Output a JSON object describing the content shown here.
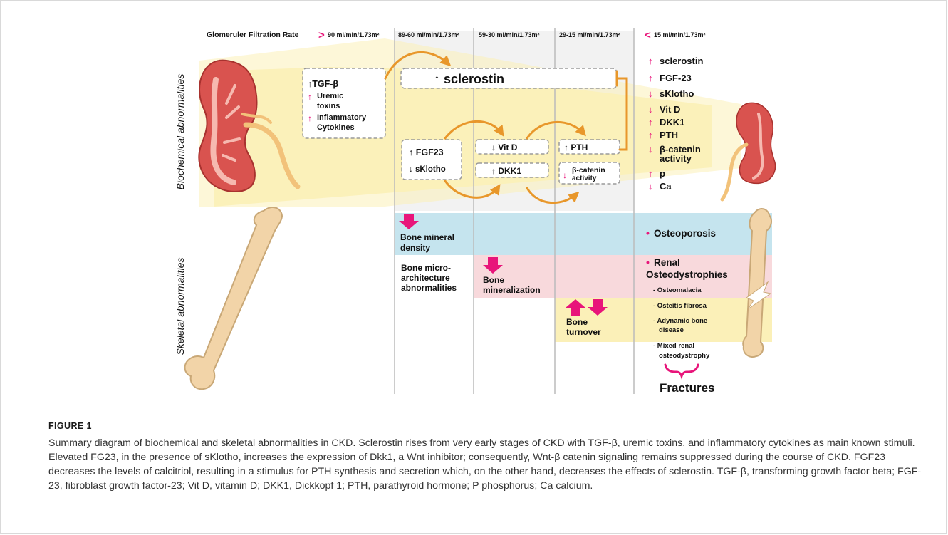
{
  "gfr": {
    "label": "Glomeruler Filtration Rate",
    "stages": [
      ">",
      "90 ml/min/1.73m²",
      "89-60 ml/min/1.73m²",
      "59-30 ml/min/1.73m²",
      "29-15 ml/min/1.73m²",
      "<",
      "15 ml/min/1.73m²"
    ]
  },
  "rows": {
    "biochemical": "Biochemical abnormalities",
    "skeletal": "Skeletal abnormalities"
  },
  "stimuli": {
    "items": [
      "↑TGF-β",
      "↑",
      "Uremic",
      "toxins",
      "↑",
      "Inflammatory",
      "Cytokines"
    ]
  },
  "markers": {
    "sclerostin": "↑ sclerostin",
    "fgf23": "↑ FGF23",
    "sklotho": "↓ sKlotho",
    "vitd": "↓ Vit D",
    "dkk1": "↑ DKK1",
    "pth": "↑ PTH",
    "bcatenin": [
      "↓",
      "β-catenin",
      "activity"
    ]
  },
  "right_list": {
    "items": [
      {
        "arrow": "↑",
        "label": "sclerostin"
      },
      {
        "arrow": "↑",
        "label": "FGF-23"
      },
      {
        "arrow": "↓",
        "label": "sKlotho"
      },
      {
        "arrow": "↓",
        "label": "Vit D"
      },
      {
        "arrow": "↑",
        "label": "DKK1"
      },
      {
        "arrow": "↑",
        "label": "PTH"
      },
      {
        "arrow": "↓",
        "label": "β-catenin"
      },
      {
        "arrow": "",
        "label": "activity"
      },
      {
        "arrow": "↑",
        "label": "p"
      },
      {
        "arrow": "↓",
        "label": "Ca"
      }
    ]
  },
  "skeletal": {
    "bmd": [
      "Bone mineral",
      "density"
    ],
    "micro": [
      "Bone micro-",
      "architecture",
      "abnormalities"
    ],
    "mineralization": [
      "Bone",
      "mineralization"
    ],
    "turnover": [
      "Bone",
      "turnover"
    ],
    "osteoporosis": "Osteoporosis",
    "bullet": "•",
    "renal": [
      "Renal",
      "Osteodystrophies"
    ],
    "subtypes": [
      "- Osteomalacia",
      "- Osteitis fibrosa",
      "- Adynamic bone",
      "disease",
      "- Mixed renal",
      "osteodystrophy"
    ],
    "fractures": "Fractures"
  },
  "colors": {
    "magenta": "#e8157a",
    "orange": "#e8972b",
    "blue_band": "#c5e4ee",
    "pink_band": "#f8d9dc",
    "yellow_band": "#fbf0b8",
    "kidney": "#d9534f",
    "bone": "#f2d4a8"
  },
  "caption": {
    "label": "FIGURE 1",
    "text": "Summary diagram of biochemical and skeletal abnormalities in CKD. Sclerostin rises from very early stages of CKD with TGF-β, uremic toxins, and inflammatory cytokines as main known stimuli. Elevated FG23, in the presence of sKlotho, increases the expression of Dkk1, a Wnt inhibitor; consequently, Wnt-β catenin signaling remains suppressed during the course of CKD. FGF23 decreases the levels of calcitriol, resulting in a stimulus for PTH synthesis and secretion which, on the other hand, decreases the effects of sclerostin. TGF-β, transforming growth factor beta; FGF-23, fibroblast growth factor-23; Vit D, vitamin D; DKK1, Dickkopf 1; PTH, parathyroid hormone; P phosphorus; Ca calcium."
  }
}
